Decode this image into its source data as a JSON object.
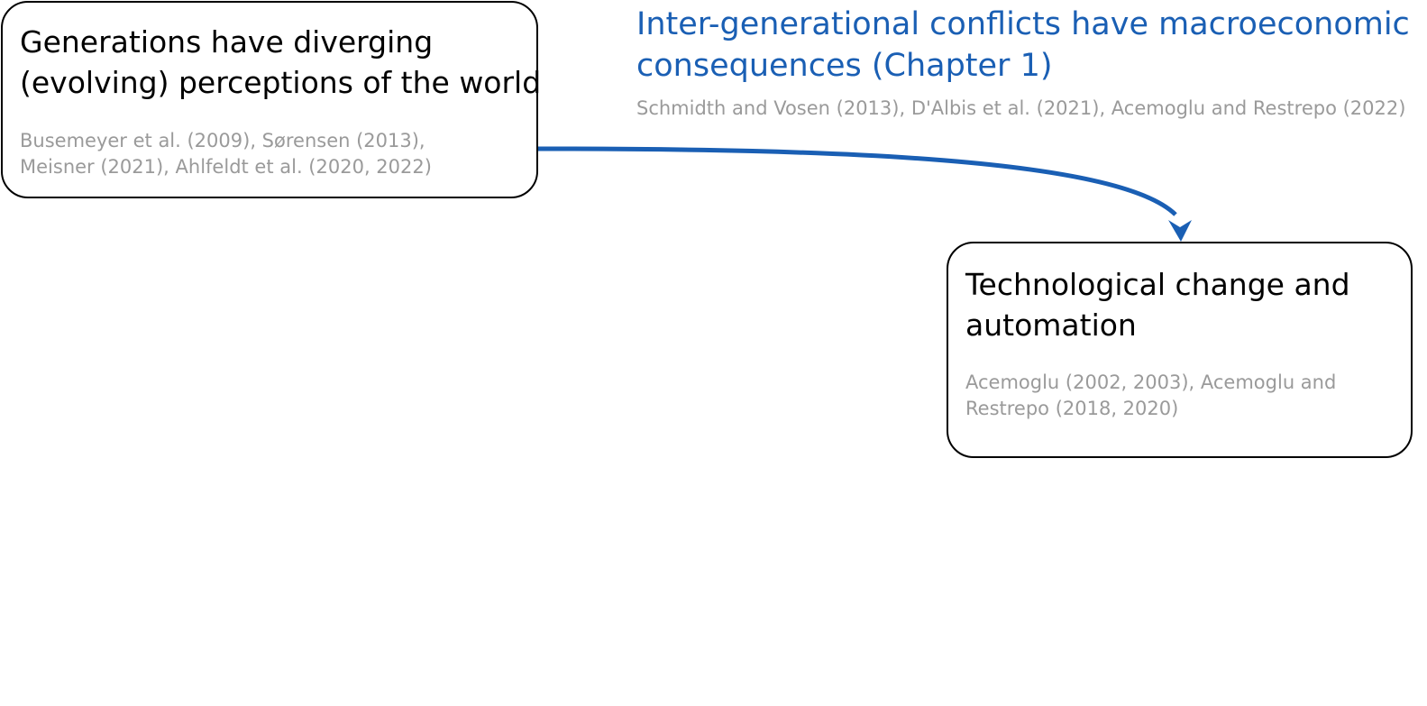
{
  "heading": {
    "lines": [
      "Inter-generational conflicts have macroeconomic",
      "consequences (Chapter 1)"
    ],
    "refs": "Schmidth and Vosen (2013), D'Albis et al. (2021), Acemoglu and Restrepo (2022)"
  },
  "nodes": {
    "perceptions": {
      "title_lines": [
        "Generations have diverging",
        "(evolving) perceptions of the world"
      ],
      "ref_lines": [
        "Busemeyer et al. (2009), Sørensen  (2013),",
        "Meisner (2021), Ahlfeldt et al. (2020, 2022)"
      ]
    },
    "technology": {
      "title_lines": [
        "Technological change and",
        "automation"
      ],
      "ref_lines": [
        "Acemoglu (2002, 2003), Acemoglu and",
        "Restrepo (2018, 2020)"
      ]
    }
  },
  "colors": {
    "accent": "#1a5fb4",
    "refs": "#9a9a9a",
    "border": "#000000"
  }
}
